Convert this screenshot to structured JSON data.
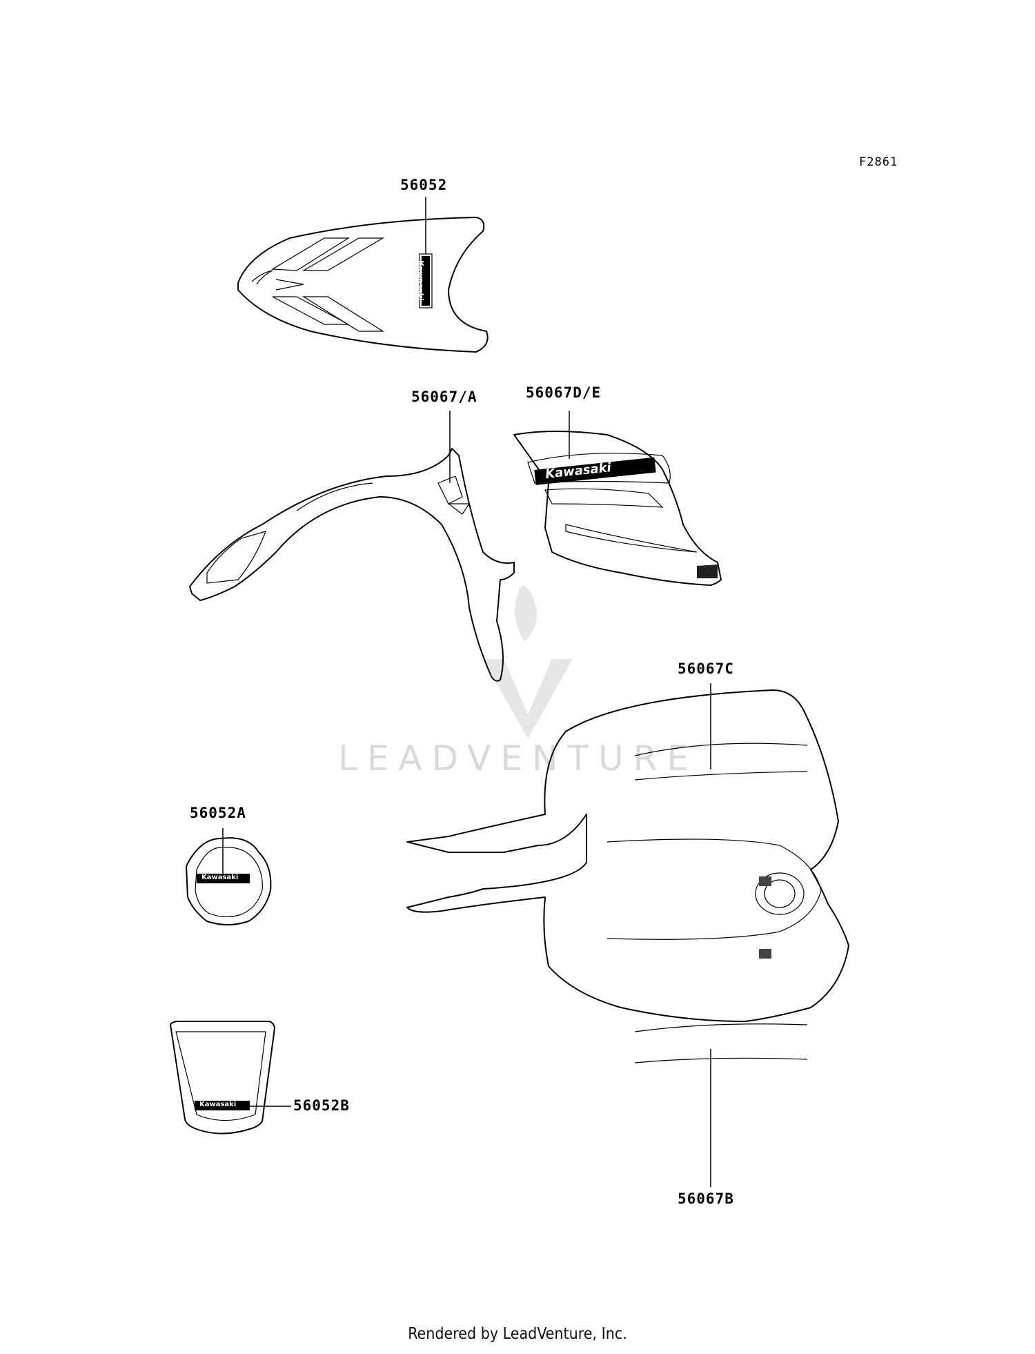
{
  "figure_ref": "F2861",
  "watermark": "LEADVENTURE",
  "footer": "Rendered by LeadVenture, Inc.",
  "decal_brand_text": "Kawasaki",
  "callouts": {
    "p56052": "56052",
    "p56067a": "56067/A",
    "p56067de": "56067D/E",
    "p56067c": "56067C",
    "p56052a": "56052A",
    "p56052b": "56052B",
    "p56067b": "56067B"
  }
}
